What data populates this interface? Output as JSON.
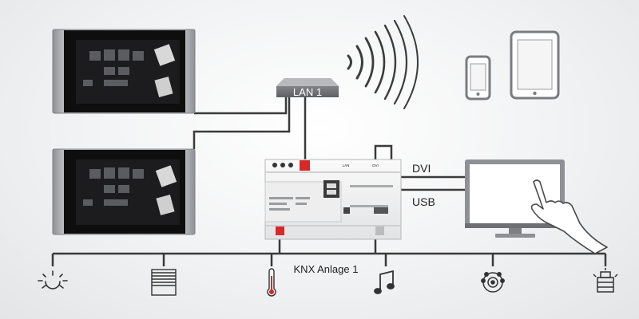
{
  "labels": {
    "lan": "LAN 1",
    "dvi": "DVI",
    "usb": "USB",
    "bus": "KNX Anlage 1"
  },
  "server": {
    "port_lan": "LAN",
    "port_dvi": "DVI"
  },
  "colors": {
    "line": "#3a3a3a",
    "accent_red": "#d8282a",
    "panel_frame": "#a9abae",
    "panel_screen": "#111111"
  },
  "icons": [
    "lighting-icon",
    "blinds-icon",
    "thermometer-icon",
    "music-icon",
    "presence-icon",
    "alarm-icon"
  ]
}
